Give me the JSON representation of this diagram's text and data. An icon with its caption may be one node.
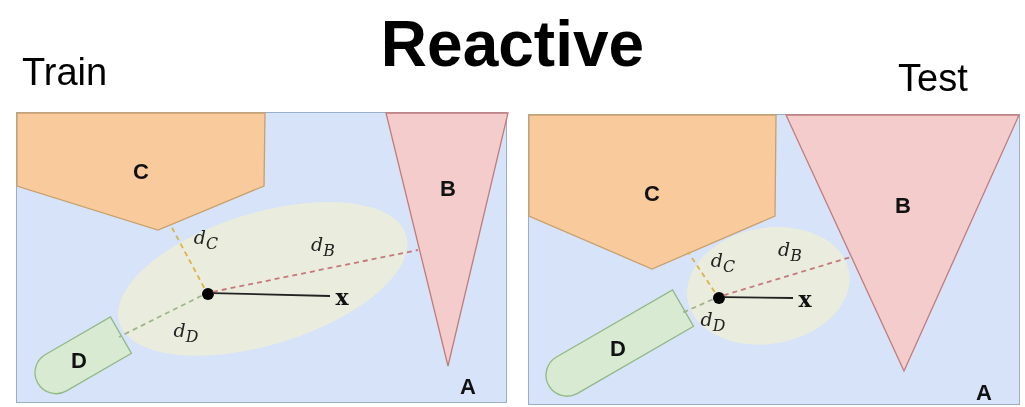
{
  "diagram": {
    "title": "Reactive",
    "nodes": [
      {
        "text": [
          "A"
        ]
      },
      {
        "text": [
          "C"
        ],
        "in": 0
      },
      {
        "text": [
          "B"
        ],
        "in": 0
      },
      {
        "text": [
          "D"
        ],
        "in": 0
      },
      {
        "text": [],
        "shape": "ellipse",
        "in": 0
      },
      {
        "text": [],
        "shape": "circle",
        "in": 4
      },
      {
        "text": [
          "x"
        ],
        "in": 4
      },
      {
        "text": [
          "A"
        ]
      },
      {
        "text": [
          "C"
        ],
        "in": 7
      },
      {
        "text": [
          "B"
        ],
        "in": 7
      },
      {
        "text": [
          "D"
        ],
        "in": 7
      },
      {
        "text": [],
        "shape": "ellipse",
        "in": 7
      },
      {
        "text": [],
        "shape": "circle",
        "in": 11
      },
      {
        "text": [
          "x"
        ],
        "in": 11
      }
    ],
    "edges": [
      {
        "from": 5,
        "to": 1,
        "arrow": "none",
        "label": "d$_{C}$",
        "style": "dashed",
        "color": "#d8b44a"
      },
      {
        "from": 5,
        "to": 2,
        "arrow": "none",
        "label": "d$_{B}$",
        "style": "dashed",
        "color": "#c47a7a"
      },
      {
        "from": 5,
        "to": 3,
        "arrow": "none",
        "label": "d$_{D}$",
        "style": "dashed",
        "color": "#9fb58a"
      },
      {
        "from": 5,
        "to": 6,
        "arrow": "none",
        "color": "#222222"
      },
      {
        "from": 12,
        "to": 8,
        "arrow": "none",
        "label": "d$_{C}$",
        "style": "dashed",
        "color": "#d8b44a"
      },
      {
        "from": 12,
        "to": 9,
        "arrow": "none",
        "label": "d$_{B}$",
        "style": "dashed",
        "color": "#c47a7a"
      },
      {
        "from": 12,
        "to": 10,
        "arrow": "none",
        "label": "d$_{D}$",
        "style": "dashed",
        "color": "#9fb58a"
      },
      {
        "from": 12,
        "to": 13,
        "arrow": "none",
        "color": "#222222"
      }
    ],
    "labels": [
      "Train",
      "Test"
    ]
  }
}
